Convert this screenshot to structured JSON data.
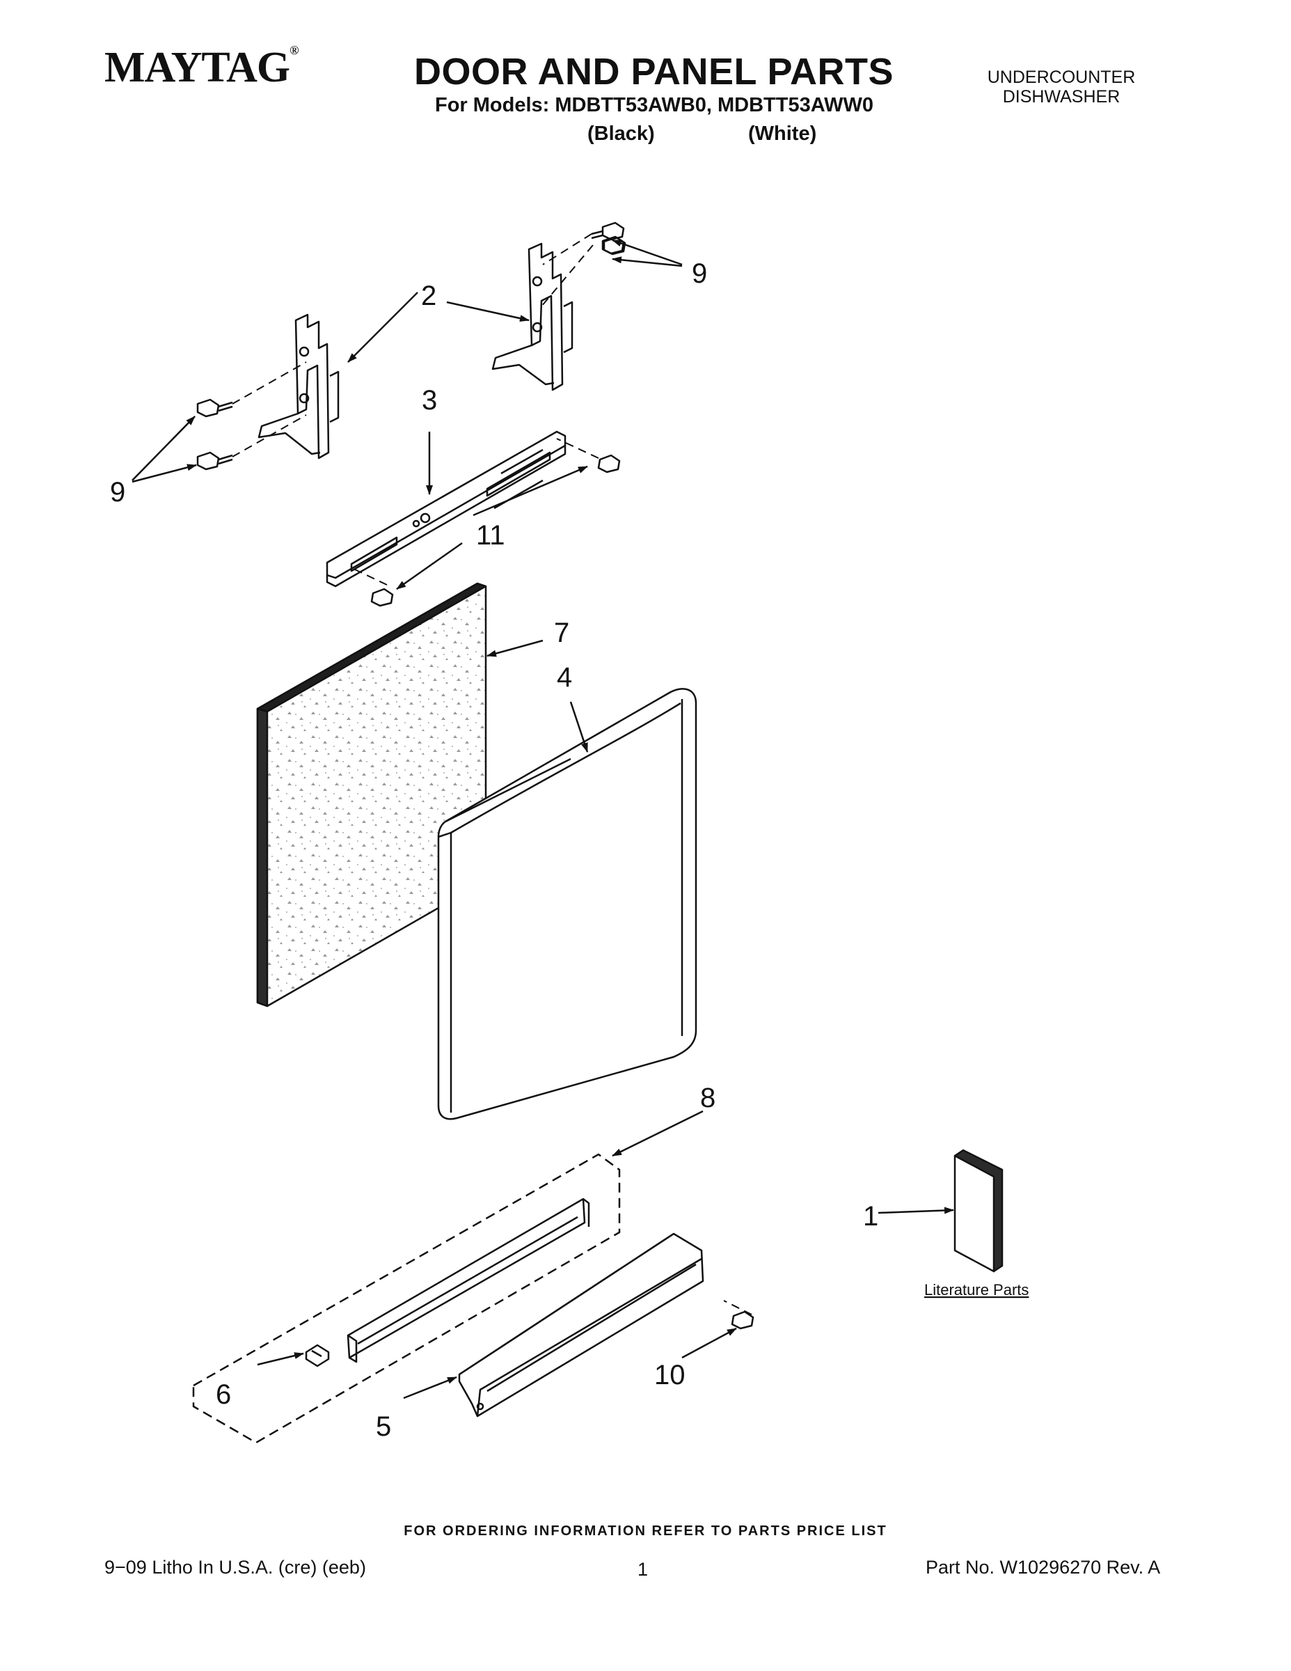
{
  "header": {
    "brand": "MAYTAG",
    "brand_mark": "®",
    "title": "DOOR AND PANEL PARTS",
    "subtitle": "For Models: MDBTT53AWB0, MDBTT53AWW0",
    "color_1": "(Black)",
    "color_2": "(White)",
    "product_line1": "UNDERCOUNTER",
    "product_line2": "DISHWASHER"
  },
  "diagram": {
    "callouts": {
      "c1": "1",
      "c2": "2",
      "c3": "3",
      "c4": "4",
      "c5": "5",
      "c6": "6",
      "c7": "7",
      "c8": "8",
      "c9a": "9",
      "c9b": "9",
      "c10": "10",
      "c11": "11"
    },
    "literature_label": "Literature Parts"
  },
  "footer": {
    "ordering_note": "FOR ORDERING INFORMATION REFER TO PARTS PRICE LIST",
    "litho": "9−09 Litho In U.S.A. (cre) (eeb)",
    "page_number": "1",
    "part_number": "Part No. W10296270 Rev. A"
  }
}
